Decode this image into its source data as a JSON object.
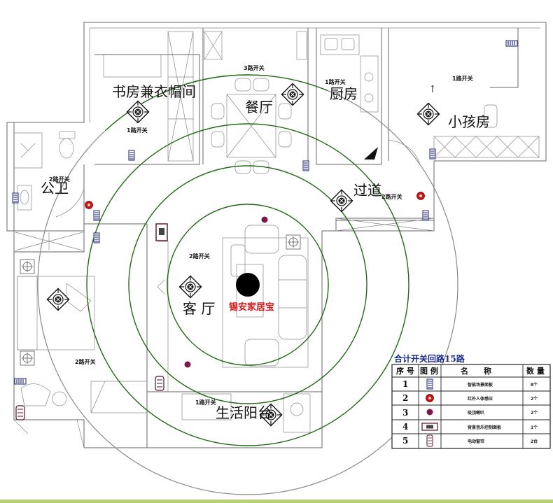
{
  "rooms": {
    "study": "书房兼衣帽间",
    "dining": "餐厅",
    "kitchen": "厨房",
    "child": "小孩房",
    "toilet": "公卫",
    "corridor": "过道",
    "living": "客 厅",
    "balcony": "生活阳台"
  },
  "switch_labels": {
    "dining_3": "3路开关",
    "kitchen_1": "1路开关",
    "child_1": "1路开关",
    "study_1": "1路开关",
    "toilet_2": "2路开关",
    "corridor_2": "2路开关",
    "living_2": "2路开关",
    "bedroom_2": "2路开关",
    "balcony_1": "1路开关"
  },
  "brand": "锡安家居宝",
  "legend": {
    "title": "合计开关回路15路",
    "headers": [
      "序 号",
      "图 例",
      "名　　称",
      "数 量"
    ],
    "rows": [
      {
        "no": "1",
        "name": "智能场景面板",
        "qty": "8个"
      },
      {
        "no": "2",
        "name": "红外人体感应",
        "qty": "2个"
      },
      {
        "no": "3",
        "name": "吸顶喇叭",
        "qty": "2个"
      },
      {
        "no": "4",
        "name": "背景音乐控制面板",
        "qty": "1个"
      },
      {
        "no": "5",
        "name": "电动窗帘",
        "qty": "2台"
      }
    ]
  },
  "colors": {
    "ring": "#1f6b12",
    "brand": "#d81818",
    "legend_title": "#1a2a8a",
    "sensor": "#c81414",
    "speaker": "#7a1850",
    "switch_panel": "#1a2270"
  },
  "icons": [
    "light-fixture-icon",
    "switch-panel-icon",
    "ir-sensor-icon",
    "ceiling-speaker-icon",
    "music-panel-icon",
    "curtain-motor-icon",
    "central-hub-icon"
  ]
}
